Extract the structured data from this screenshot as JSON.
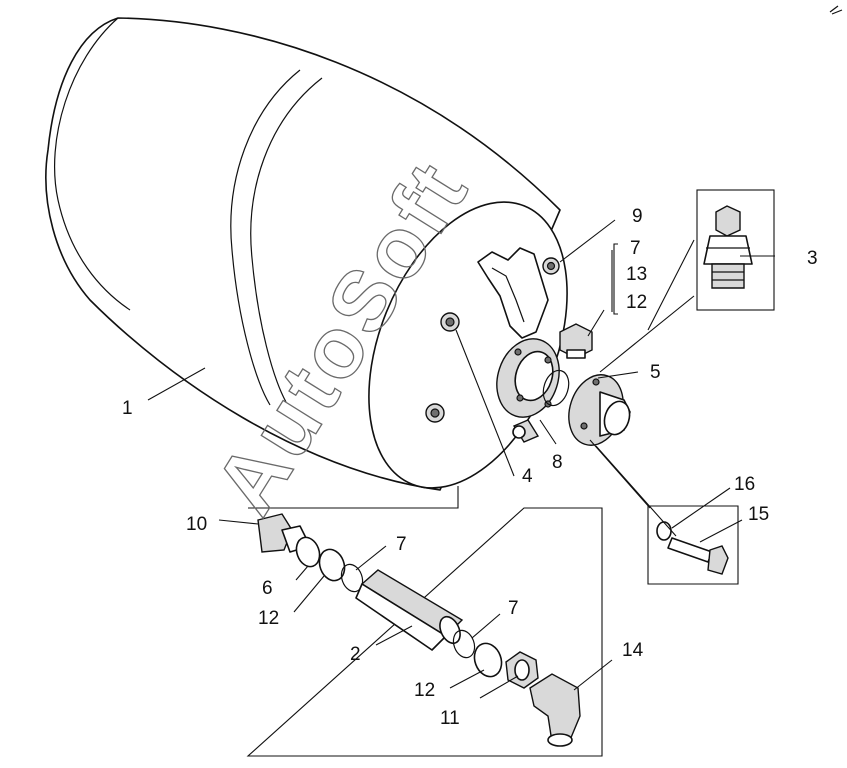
{
  "watermark": "AutoSoft",
  "callouts": {
    "c1": "1",
    "c2": "2",
    "c3": "3",
    "c4": "4",
    "c5": "5",
    "c6": "6",
    "c7a": "7",
    "c7b": "7",
    "c7c": "7",
    "c8": "8",
    "c9": "9",
    "c10": "10",
    "c11": "11",
    "c12a": "12",
    "c12b": "12",
    "c12c": "12",
    "c13": "13",
    "c14": "14",
    "c15": "15",
    "c16": "16"
  }
}
